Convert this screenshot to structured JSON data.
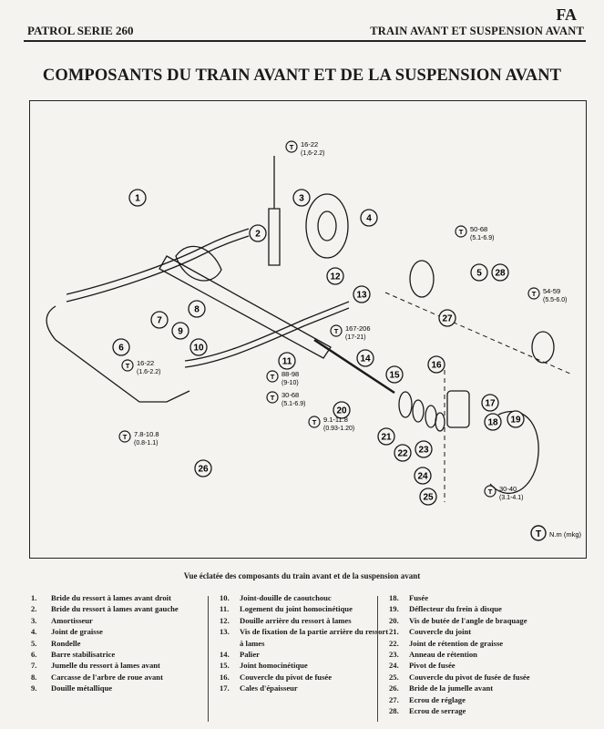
{
  "header": {
    "left": "PATROL SERIE 260",
    "section_code": "FA",
    "right": "TRAIN AVANT ET SUSPENSION AVANT"
  },
  "title": "COMPOSANTS DU TRAIN AVANT ET DE LA SUSPENSION AVANT",
  "diagram": {
    "callouts": [
      "1",
      "2",
      "3",
      "4",
      "5",
      "6",
      "7",
      "8",
      "9",
      "10",
      "11",
      "12",
      "13",
      "14",
      "15",
      "16",
      "17",
      "18",
      "19",
      "20",
      "21",
      "22",
      "23",
      "24",
      "25",
      "26",
      "27",
      "28"
    ],
    "torque_labels": [
      {
        "label": "16-22",
        "sub": "(1,6-2.2)"
      },
      {
        "label": "50-68",
        "sub": "(5.1-6.9)"
      },
      {
        "label": "54-59",
        "sub": "(5.5-6.0)"
      },
      {
        "label": "167-206",
        "sub": "(17-21)"
      },
      {
        "label": "16-22",
        "sub": "(1.6-2.2)"
      },
      {
        "label": "88-98",
        "sub": "(9-10)"
      },
      {
        "label": "30-68",
        "sub": "(5.1-6.9)"
      },
      {
        "label": "7.8-10.8",
        "sub": "(0.8-1.1)"
      },
      {
        "label": "9.1-11.8",
        "sub": "(0.93-1.20)"
      },
      {
        "label": "30-40",
        "sub": "(3.1-4.1)"
      }
    ],
    "torque_symbol": "T",
    "unit_legend": "N.m (mkg)"
  },
  "caption": "Vue éclatée des composants du train avant et de la suspension avant",
  "legend": {
    "col1": [
      {
        "n": "1.",
        "t": "Bride du ressort à lames avant droit"
      },
      {
        "n": "2.",
        "t": "Bride du ressort à lames avant gauche"
      },
      {
        "n": "3.",
        "t": "Amortisseur"
      },
      {
        "n": "4.",
        "t": "Joint de graisse"
      },
      {
        "n": "5.",
        "t": "Rondelle"
      },
      {
        "n": "6.",
        "t": "Barre stabilisatrice"
      },
      {
        "n": "7.",
        "t": "Jumelle du ressort à lames avant"
      },
      {
        "n": "8.",
        "t": "Carcasse de l'arbre de roue avant"
      },
      {
        "n": "9.",
        "t": "Douille métallique"
      }
    ],
    "col2": [
      {
        "n": "10.",
        "t": "Joint-douille de caoutchouc"
      },
      {
        "n": "11.",
        "t": "Logement du joint homocinétique"
      },
      {
        "n": "12.",
        "t": "Douille arrière du ressort à lames"
      },
      {
        "n": "13.",
        "t": "Vis de fixation de la partie arrière du ressort"
      },
      {
        "n": "",
        "t": "à lames"
      },
      {
        "n": "14.",
        "t": "Palier"
      },
      {
        "n": "15.",
        "t": "Joint homocinétique"
      },
      {
        "n": "16.",
        "t": "Couvercle du pivot de fusée"
      },
      {
        "n": "17.",
        "t": "Cales d'épaisseur"
      }
    ],
    "col3": [
      {
        "n": "18.",
        "t": "Fusée"
      },
      {
        "n": "19.",
        "t": "Déflecteur du frein à disque"
      },
      {
        "n": "20.",
        "t": "Vis de butée de l'angle de braquage"
      },
      {
        "n": "21.",
        "t": "Couvercle du joint"
      },
      {
        "n": "22.",
        "t": "Joint de rétention de graisse"
      },
      {
        "n": "23.",
        "t": "Anneau de rétention"
      },
      {
        "n": "24.",
        "t": "Pivot de fusée"
      },
      {
        "n": "25.",
        "t": "Couvercle du pivot de fusée de fusée"
      },
      {
        "n": "26.",
        "t": "Bride de la jumelle avant"
      },
      {
        "n": "27.",
        "t": "Ecrou de réglage"
      },
      {
        "n": "28.",
        "t": "Ecrou de serrage"
      }
    ]
  }
}
